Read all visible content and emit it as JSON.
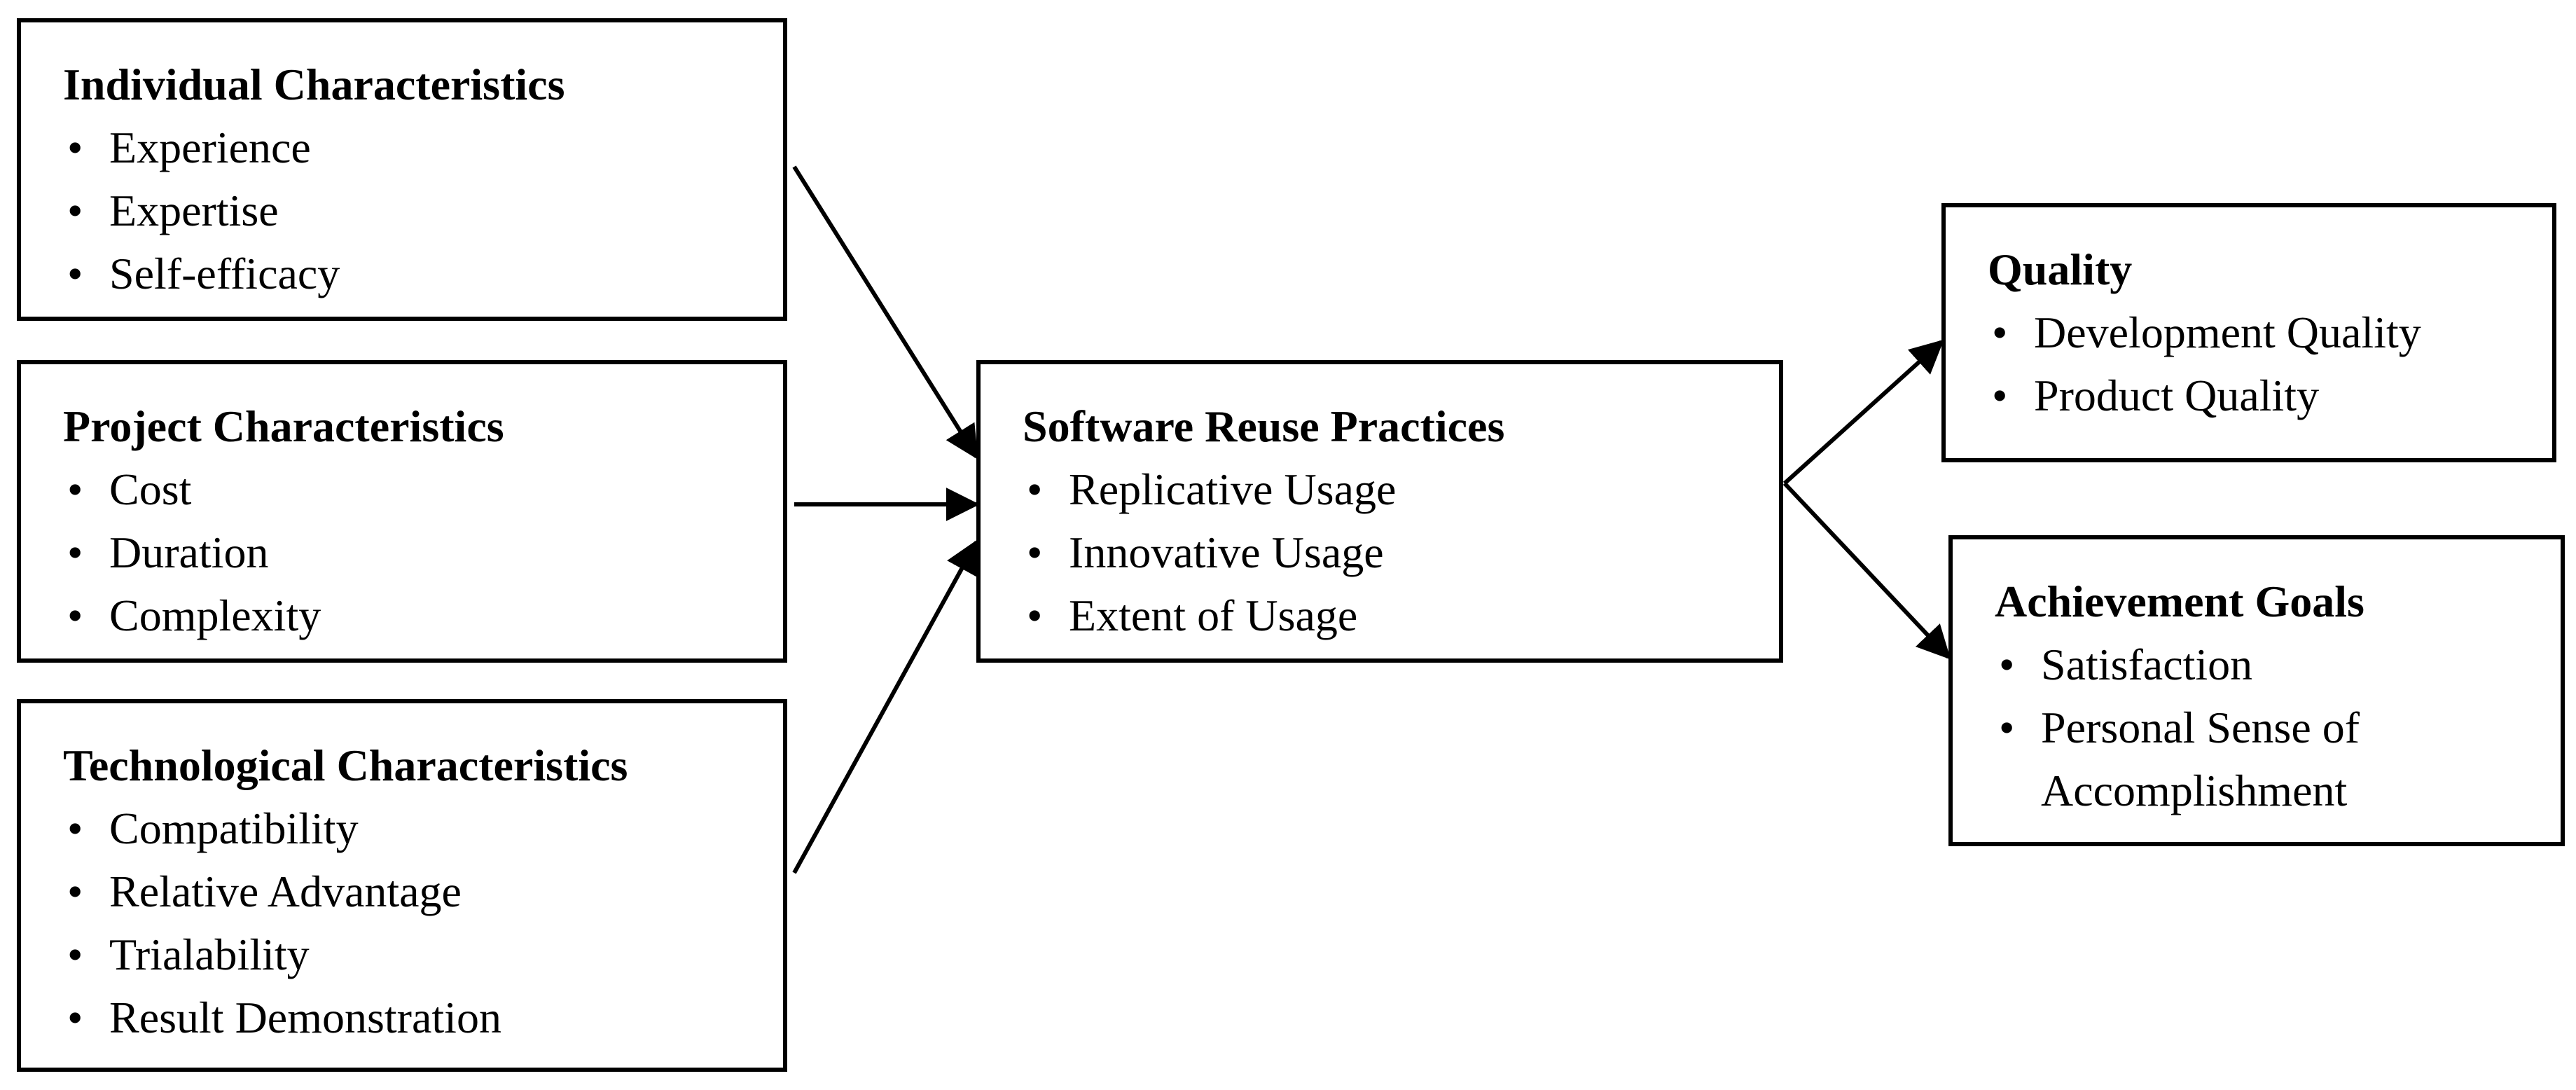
{
  "boxes": {
    "individual": {
      "title": "Individual Characteristics",
      "items": [
        "Experience",
        "Expertise",
        "Self-efficacy"
      ]
    },
    "project": {
      "title": "Project Characteristics",
      "items": [
        "Cost",
        "Duration",
        "Complexity"
      ]
    },
    "technological": {
      "title": "Technological Characteristics",
      "items": [
        "Compatibility",
        "Relative Advantage",
        "Trialability",
        "Result Demonstration"
      ]
    },
    "reuse": {
      "title": "Software Reuse Practices",
      "items": [
        "Replicative Usage",
        "Innovative Usage",
        "Extent of Usage"
      ]
    },
    "quality": {
      "title": "Quality",
      "items": [
        "Development Quality",
        "Product Quality"
      ]
    },
    "achievement": {
      "title": "Achievement Goals",
      "items": [
        "Satisfaction",
        "Personal Sense of Accomplishment"
      ]
    }
  },
  "bullet_glyph": "•"
}
